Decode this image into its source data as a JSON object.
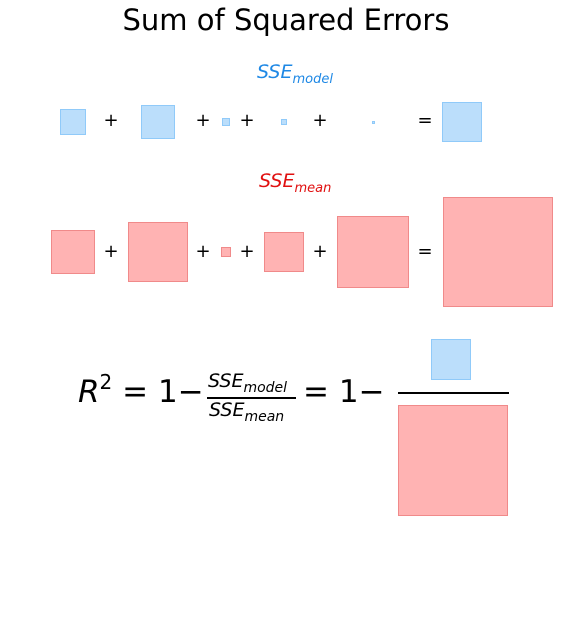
{
  "title": "Sum of Squared Errors",
  "colors": {
    "model_label": "#1e88e5",
    "mean_label": "#e01010",
    "model_fill": "#bbdefb",
    "model_stroke": "#90caf9",
    "mean_fill": "#ffb3b3",
    "mean_stroke": "#f08a8a"
  },
  "model_row": {
    "label_main": "SSE",
    "label_sub": "model",
    "squared_errors": [
      5.8,
      7.8,
      1.6,
      1.4,
      0.5
    ],
    "total": 9.3
  },
  "mean_row": {
    "label_main": "SSE",
    "label_sub": "mean",
    "squared_errors": [
      9.8,
      13.5,
      2.1,
      8.9,
      16.3
    ],
    "total": 25.2
  },
  "operators": {
    "plus": "+",
    "equals": "="
  },
  "formula": {
    "r": "R",
    "exponent": "2",
    "eq1": "=",
    "one": "1",
    "minus": "−",
    "eq2": "=",
    "num_main": "SSE",
    "num_sub": "model",
    "den_main": "SSE",
    "den_sub": "mean"
  }
}
